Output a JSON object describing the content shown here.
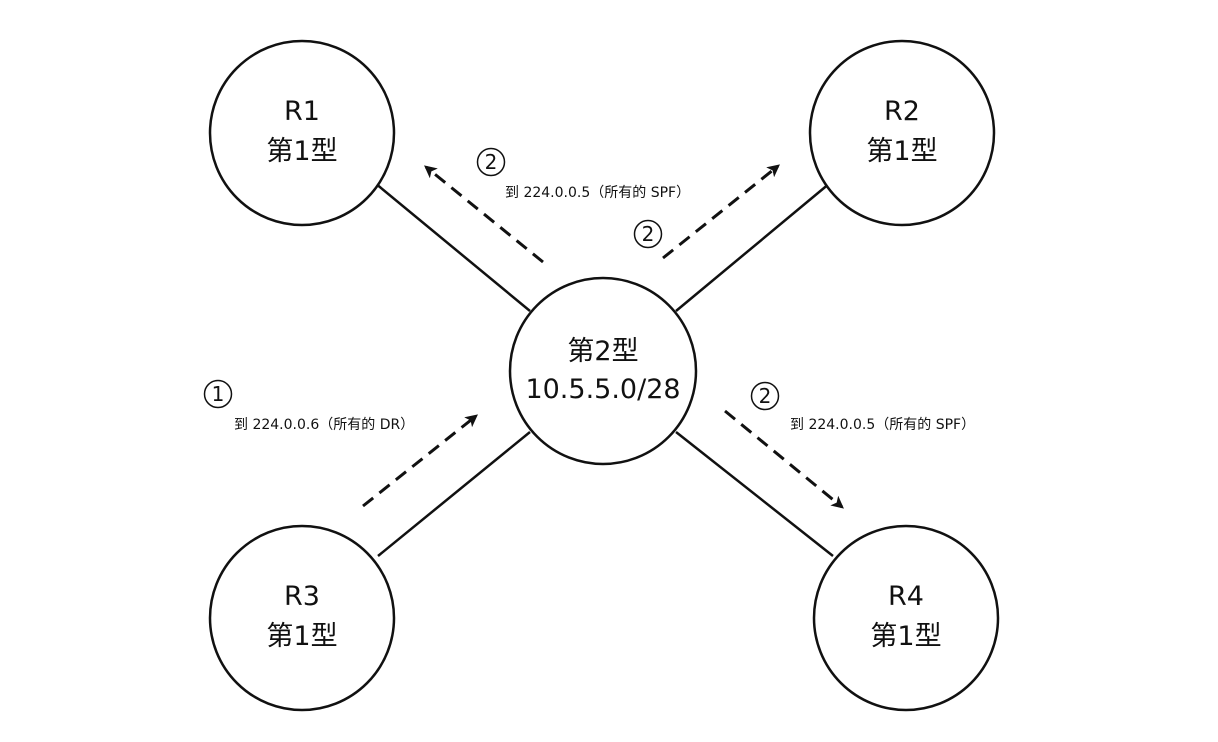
{
  "colors": {
    "ink": "#111111",
    "background": "#ffffff"
  },
  "nodes": {
    "r1": {
      "name": "R1",
      "type": "第1型"
    },
    "r2": {
      "name": "R2",
      "type": "第1型"
    },
    "r3": {
      "name": "R3",
      "type": "第1型"
    },
    "r4": {
      "name": "R4",
      "type": "第1型"
    },
    "center": {
      "type": "第2型",
      "subnet": "10.5.5.0/28"
    }
  },
  "steps": {
    "step1": {
      "number": "1",
      "label": "到 224.0.0.6（所有的 DR）"
    },
    "step2_r1": {
      "number": "2",
      "label": "到 224.0.0.5（所有的 SPF）"
    },
    "step2_r2": {
      "number": "2"
    },
    "step2_r4": {
      "number": "2",
      "label": "到 224.0.0.5（所有的 SPF）"
    }
  }
}
